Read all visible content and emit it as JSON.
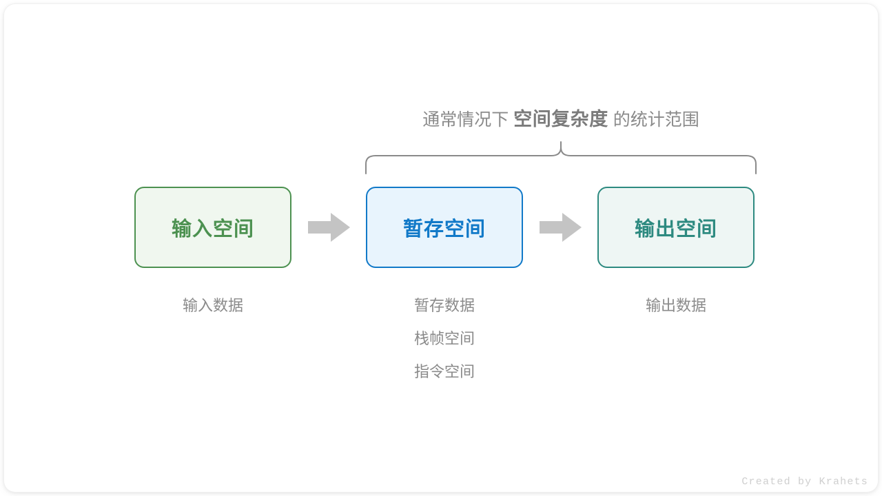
{
  "diagram": {
    "caption": {
      "prefix": "通常情况下",
      "emphasis": "空间复杂度",
      "suffix": "的统计范围"
    },
    "boxes": [
      {
        "label": "输入空间",
        "color": "#4c9150",
        "fill": "#f0f7ef"
      },
      {
        "label": "暂存空间",
        "color": "#1179c8",
        "fill": "#e8f4fd"
      },
      {
        "label": "输出空间",
        "color": "#2d8a80",
        "fill": "#eef6f4"
      }
    ],
    "arrows": [
      {
        "name": "arrow-input-to-temp",
        "color": "#c4c4c4"
      },
      {
        "name": "arrow-temp-to-output",
        "color": "#c4c4c4"
      }
    ],
    "captions": [
      {
        "lines": [
          "输入数据"
        ]
      },
      {
        "lines": [
          "暂存数据",
          "栈帧空间",
          "指令空间"
        ]
      },
      {
        "lines": [
          "输出数据"
        ]
      }
    ],
    "brace": {
      "color": "#8a8a8a"
    },
    "credit": "Created by Krahets"
  }
}
